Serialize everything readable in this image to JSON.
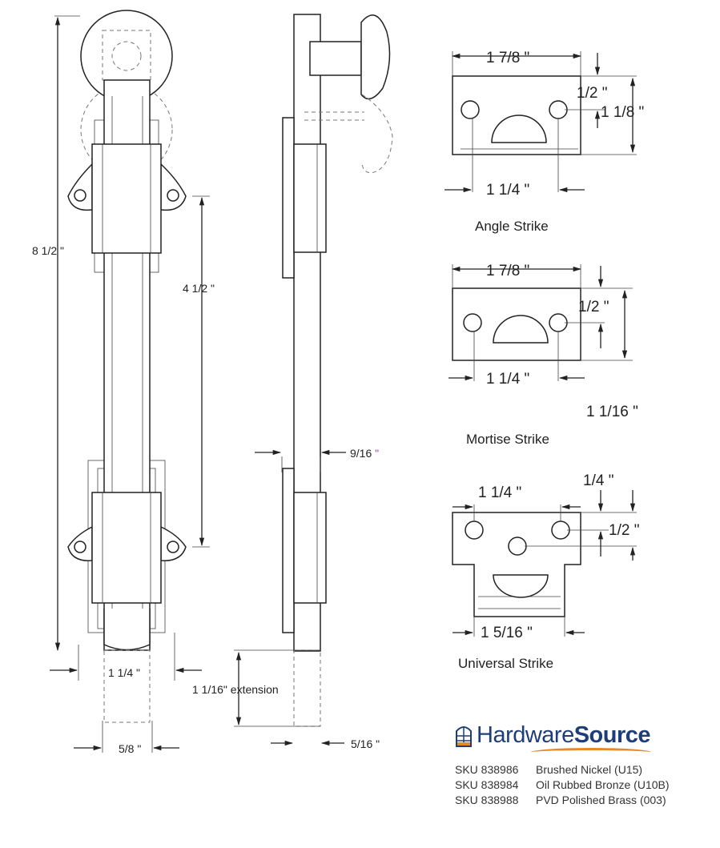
{
  "dimensions": {
    "overall_length": "8 1/2 \"",
    "mount_spacing": "4 1/2 \"",
    "body_width": "1 1/4 \"",
    "extension": "1 1/16\" extension",
    "bolt_diameter": "5/8 \"",
    "plate_offset": "9/16",
    "plate_offset_mark": "\"",
    "plate_thickness": "5/16 \""
  },
  "strikes": {
    "angle": {
      "label": "Angle Strike",
      "width": "1 7/8 \"",
      "hole_spacing": "1 1/4 \"",
      "edge_offset": "1/2 \"",
      "height": "1 1/8 \""
    },
    "mortise": {
      "label": "Mortise Strike",
      "width": "1 7/8 \"",
      "hole_spacing": "1 1/4 \"",
      "edge_offset": "1/2 \"",
      "height": "1  1/16 \""
    },
    "universal": {
      "label": "Universal Strike",
      "hole_spacing": "1 1/4 \"",
      "top_offset": "1/4 \"",
      "vertical_spacing": "1/2 \"",
      "width": "1  5/16 \""
    }
  },
  "brand": {
    "name_regular": "Hardware",
    "name_bold": "Source",
    "icon": "door-window-icon",
    "brand_color": "#1f3e78",
    "accent_color": "#e6892b"
  },
  "skus": [
    {
      "sku": "SKU 838986",
      "finish": "Brushed Nickel (U15)"
    },
    {
      "sku": "SKU 838984",
      "finish": "Oil Rubbed Bronze (U10B)"
    },
    {
      "sku": "SKU 838988",
      "finish": "PVD Polished Brass (003)"
    }
  ]
}
